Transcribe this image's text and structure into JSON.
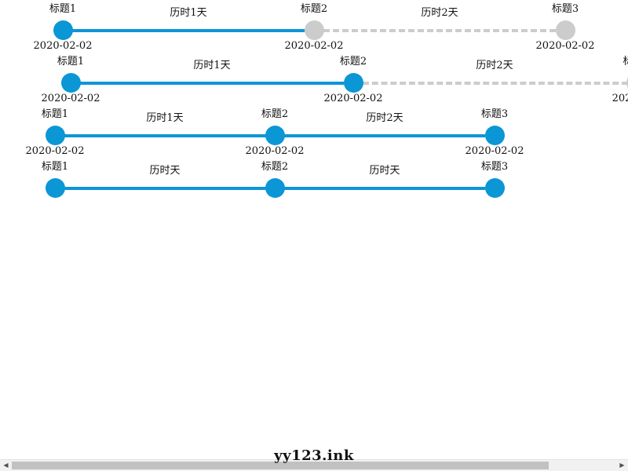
{
  "colors": {
    "active": "#0b96d6",
    "pending": "#cccccc"
  },
  "steppers": [
    {
      "steps": [
        {
          "title": "标题1",
          "date": "2020-02-02",
          "status": "done"
        },
        {
          "title": "标题2",
          "date": "2020-02-02",
          "status": "pending"
        },
        {
          "title": "标题3",
          "date": "2020-02-02",
          "status": "pending"
        }
      ],
      "durations": [
        "历时1天",
        "历时2天"
      ]
    },
    {
      "steps": [
        {
          "title": "标题1",
          "date": "2020-02-02",
          "status": "done"
        },
        {
          "title": "标题2",
          "date": "2020-02-02",
          "status": "done"
        },
        {
          "title": "标",
          "date": "202",
          "status": "pending"
        }
      ],
      "durations": [
        "历时1天",
        "历时2天"
      ]
    },
    {
      "steps": [
        {
          "title": "标题1",
          "date": "2020-02-02",
          "status": "done"
        },
        {
          "title": "标题2",
          "date": "2020-02-02",
          "status": "done"
        },
        {
          "title": "标题3",
          "date": "2020-02-02",
          "status": "done"
        }
      ],
      "durations": [
        "历时1天",
        "历时2天"
      ]
    },
    {
      "steps": [
        {
          "title": "标题1",
          "status": "done"
        },
        {
          "title": "标题2",
          "status": "done"
        },
        {
          "title": "标题3",
          "status": "done"
        }
      ],
      "durations": [
        "历时天",
        "历时天"
      ]
    }
  ],
  "watermark": "yy123.ink",
  "scrollbar": {
    "left_arrow": "◀",
    "right_arrow": "▶"
  }
}
